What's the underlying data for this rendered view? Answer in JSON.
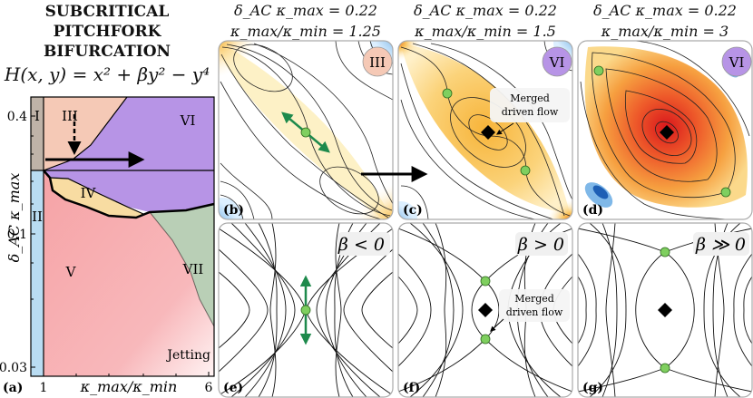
{
  "header": {
    "title_lines": [
      "SUBCRITICAL",
      "PITCHFORK",
      "BIFURCATION"
    ],
    "equation": "H(x, y) = x² + βy² − y⁴"
  },
  "phase_diagram": {
    "panel_label": "(a)",
    "ylabel": "δ_AC κ_max",
    "xlabel": "κ_max/κ_min",
    "y_ticks": [
      "0.4",
      "0.1",
      "0.03"
    ],
    "x_ticks": [
      "1",
      "6"
    ],
    "regions": {
      "I": "I",
      "II": "II",
      "III": "III",
      "IV": "IV",
      "V": "V",
      "VI": "VI",
      "VII": "VII",
      "jetting": "Jetting"
    }
  },
  "columns": [
    {
      "line1": "δ_AC κ_max = 0.22",
      "line2": "κ_max/κ_min = 1.25"
    },
    {
      "line1": "δ_AC κ_max = 0.22",
      "line2": "κ_max/κ_min = 1.5"
    },
    {
      "line1": "δ_AC κ_max = 0.22",
      "line2": "κ_max/κ_min = 3"
    }
  ],
  "panels_top": [
    {
      "label": "(b)",
      "badge": "III"
    },
    {
      "label": "(c)",
      "badge": "VI",
      "annotation": [
        "Merged",
        "driven flow"
      ]
    },
    {
      "label": "(d)",
      "badge": "VI"
    }
  ],
  "panels_bottom": [
    {
      "label": "(e)",
      "beta": "β < 0"
    },
    {
      "label": "(f)",
      "beta": "β > 0",
      "annotation": [
        "Merged",
        "driven flow"
      ]
    },
    {
      "label": "(g)",
      "beta": "β ≫ 0"
    }
  ],
  "colors": {
    "region_I": "#bfb3a8",
    "region_II": "#b9dcf2",
    "region_III": "#f5c9b6",
    "region_IV": "#f8dca2",
    "region_V": "#f6a3a6",
    "region_VI": "#b794e6",
    "region_VII": "#b9cfb6",
    "node": "#7fcf5f",
    "arrow_green": "#1e8a4c"
  }
}
